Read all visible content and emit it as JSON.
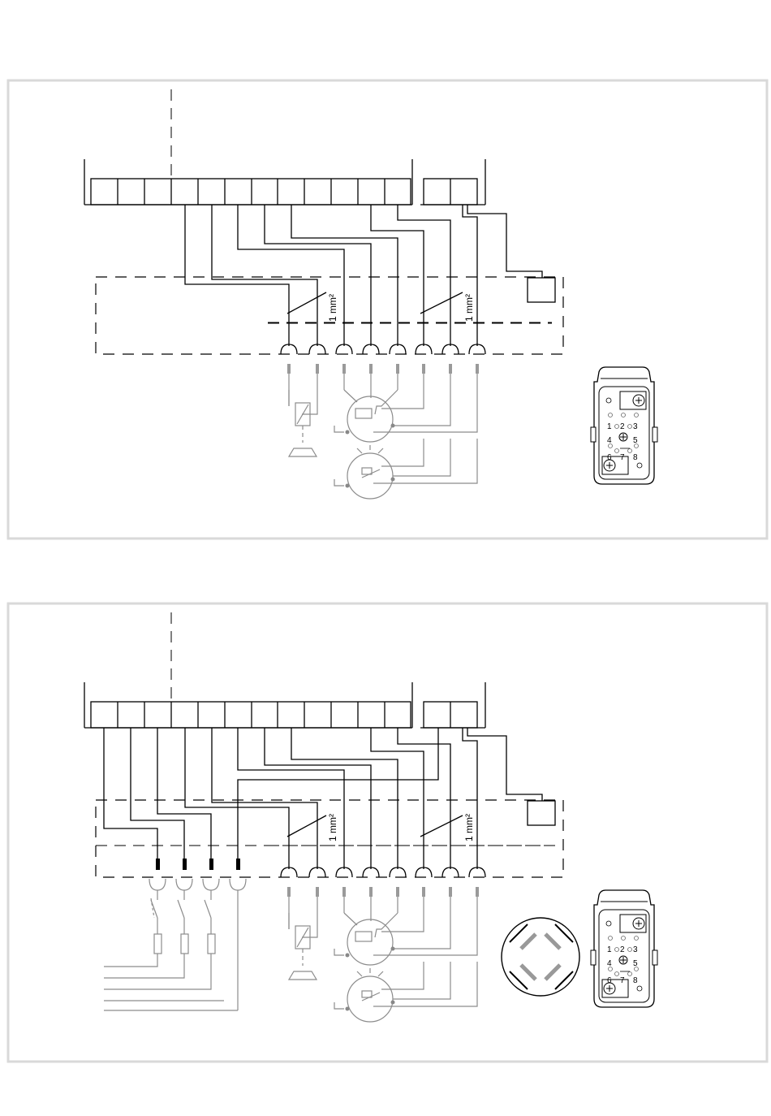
{
  "diagrams": [
    {
      "cross_section_labels": [
        "1 mm²",
        "1 mm²"
      ],
      "connector_pins": [
        "1",
        "2",
        "3",
        "4",
        "5",
        "6",
        "7",
        "8"
      ]
    },
    {
      "cross_section_labels": [
        "1 mm²",
        "1 mm²"
      ],
      "connector_pins": [
        "1",
        "2",
        "3",
        "4",
        "5",
        "6",
        "7",
        "8"
      ]
    }
  ]
}
